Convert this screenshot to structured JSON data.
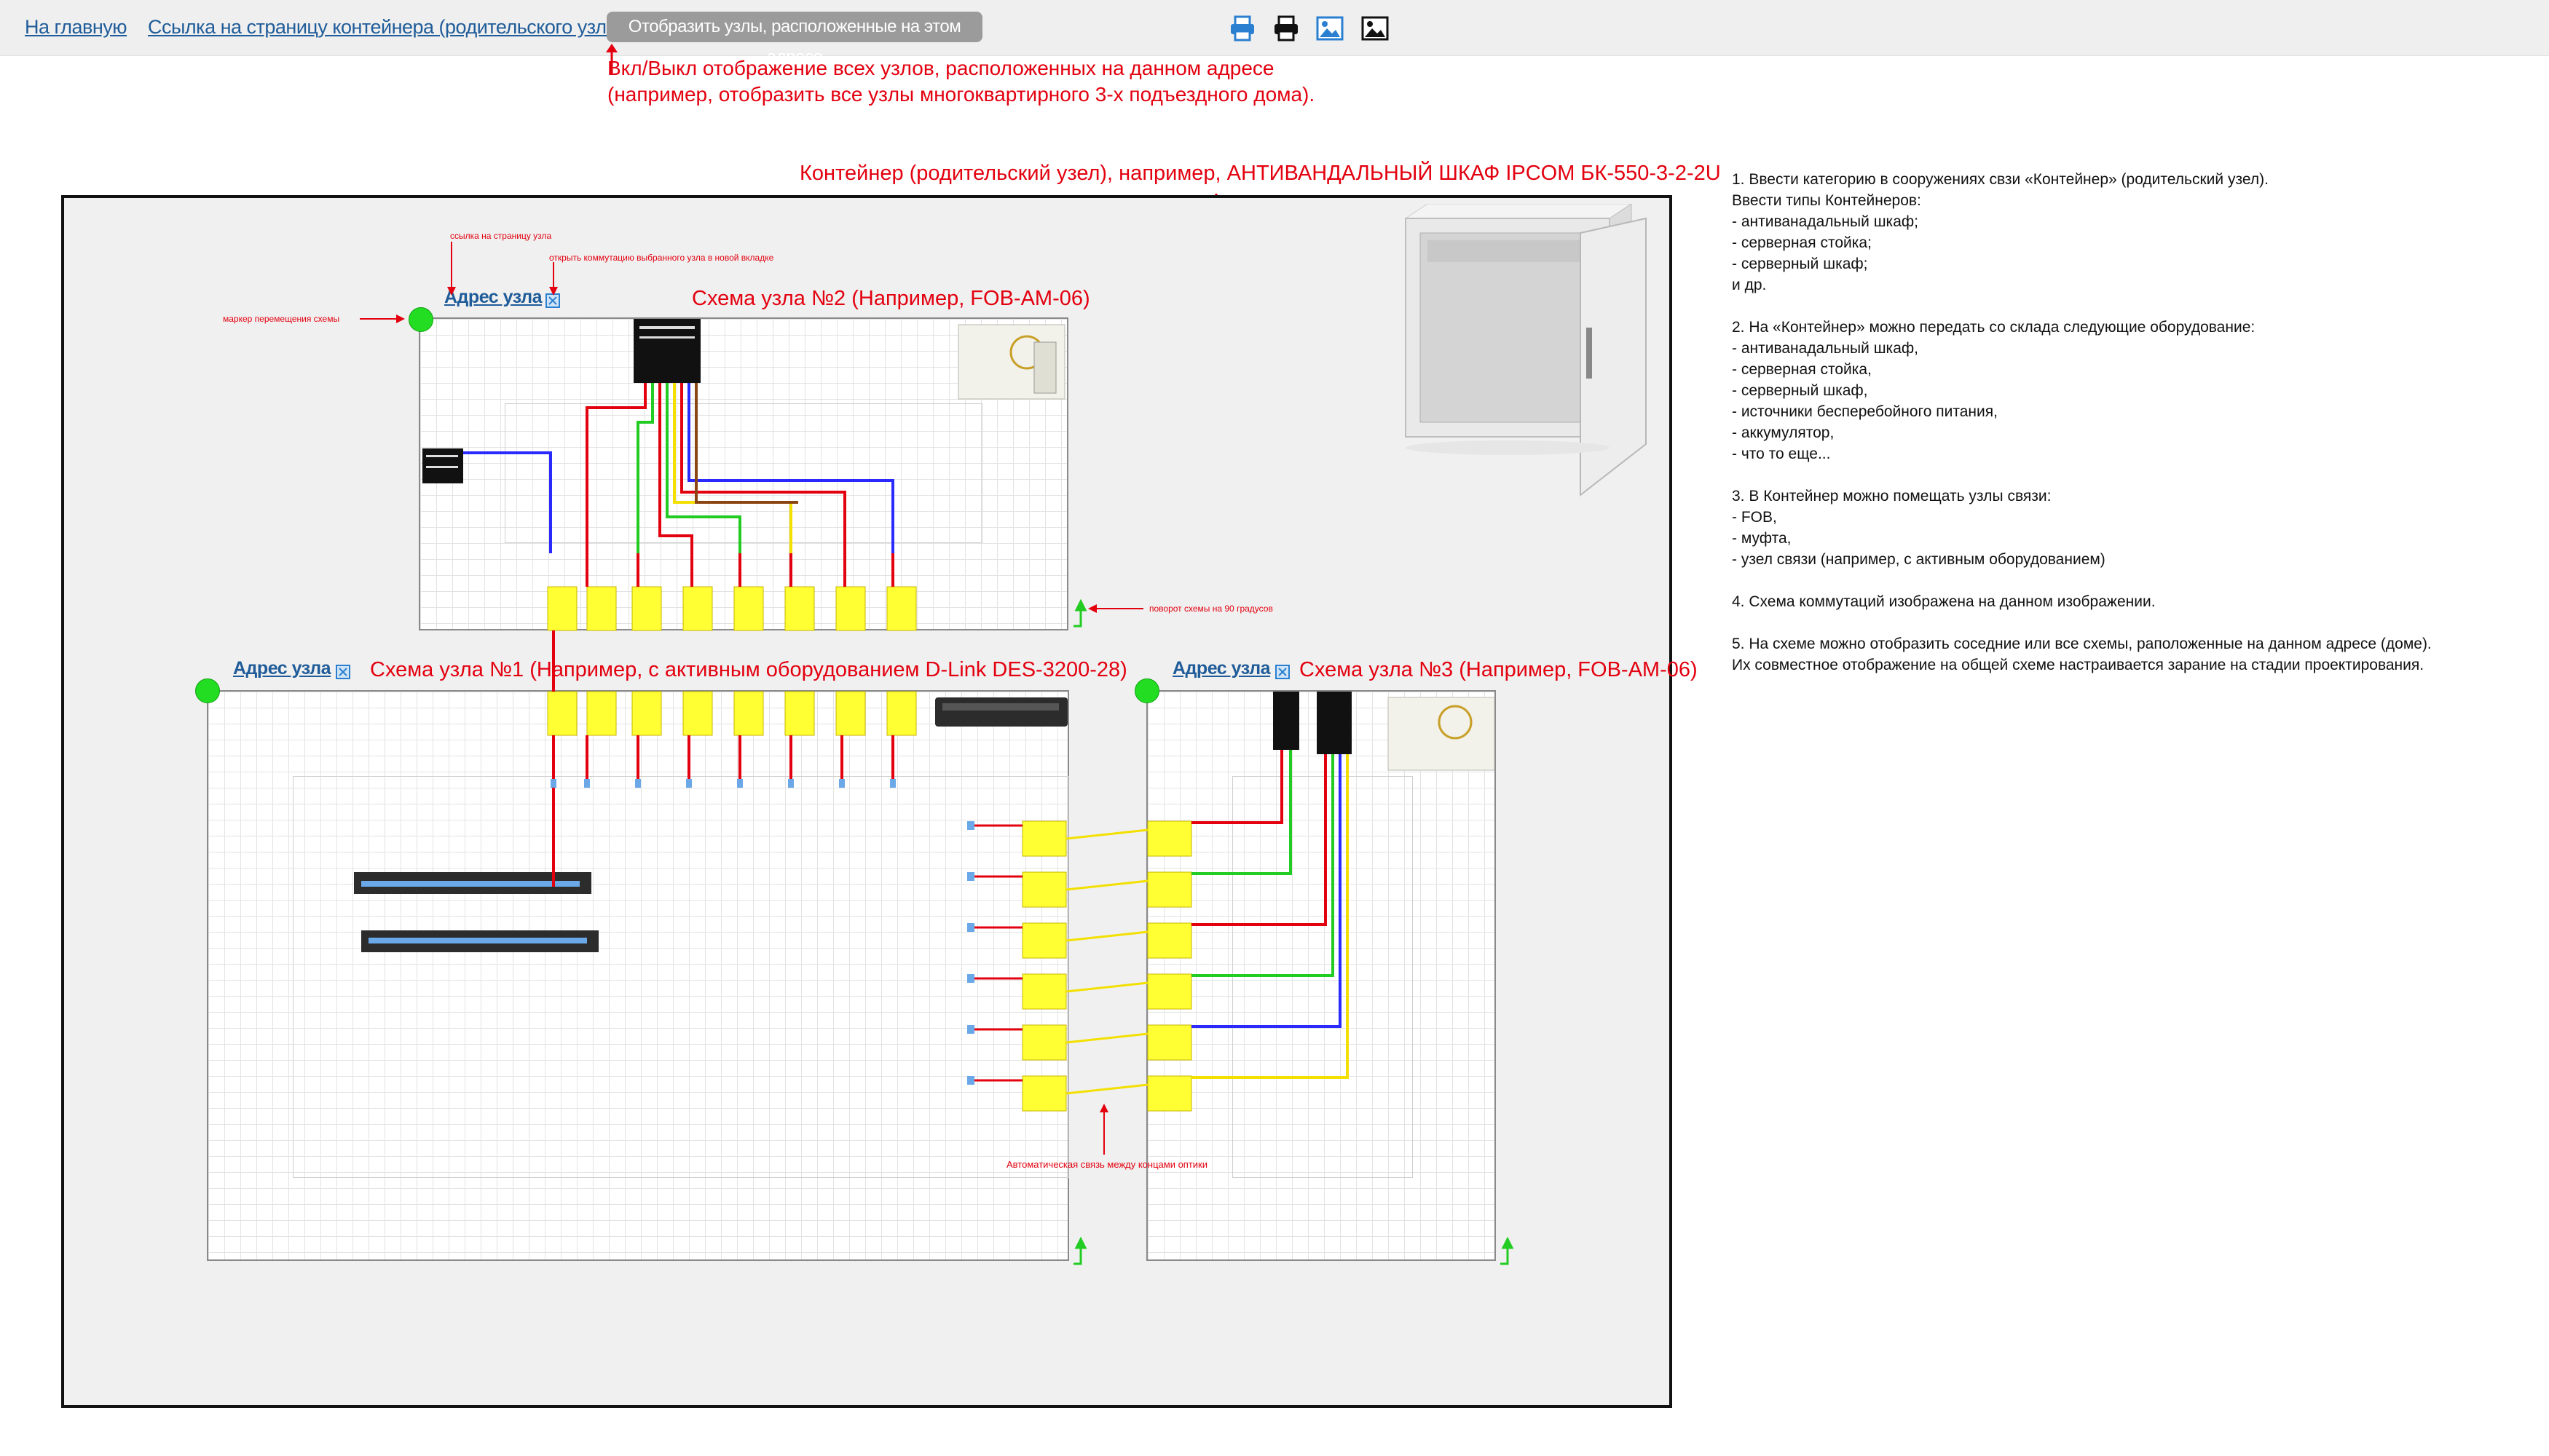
{
  "nav": {
    "home_label": "На главную",
    "parent_label": "Ссылка на страницу контейнера (родительского узла)",
    "toggle_label": "Отобразить узлы, расположенные на этом адресе"
  },
  "toolbar": {
    "icons": [
      "print-preview-icon",
      "print-icon",
      "image-icon",
      "image-dark-icon"
    ]
  },
  "annotations": {
    "toggle_note_line1": "Вкл/Выкл отображение всех узлов, расположенных на данном адресе",
    "toggle_note_line2": "(например, отобразить все узлы многоквартирного 3-х подъездного дома).",
    "container_note": "Контейнер (родительский узел), например, АНТИВАНДАЛЬНЫЙ ШКАФ IPCOM БК-550-3-2-2U",
    "node_link_note": "ссылка на страницу узла",
    "new_tab_note": "открыть коммутацию выбранного узла в новой вкладке",
    "move_marker_note": "маркер перемещения схемы",
    "rotate_note": "поворот схемы на 90 градусов",
    "auto_link_note": "Автоматическая связь между концами оптики"
  },
  "schemes": {
    "node2": {
      "address": "Адрес узла",
      "title": "Схема узла №2 (Например, FOB-AM-06)"
    },
    "node1": {
      "address": "Адрес узла",
      "title": "Схема узла №1 (Например, с активным оборудованием D-Link DES-3200-28)"
    },
    "node3": {
      "address": "Адрес узла",
      "title": "Схема узла №3 (Например, FOB-AM-06)"
    }
  },
  "notes": {
    "p1": "1. Ввести категорию в сооружениях свзи «Контейнер» (родительский узел).\nВвести типы Контейнеров:\n- антиванадальный шкаф;\n- серверная стойка;\n- серверный шкаф;\nи др.",
    "p2": "2.  На «Контейнер» можно передать со склада следующие оборудование:\n- антиванадальный шкаф,\n- серверная стойка,\n- серверный шкаф,\n- источники бесперебойного питания,\n- аккумулятор,\n- что то еще...",
    "p3": "3. В Контейнер можно помещать узлы связи:\n- FOB,\n- муфта,\n- узел связи (например, с активным оборудованием)",
    "p4": "4. Схема коммутаций изображена на данном изображении.",
    "p5": "5. На схеме можно отобразить соседние или все схемы, раположенные на данном адресе (доме).\nИх совместное отображение на общей схеме настраивается зарание на стадии проектирования."
  },
  "colors": {
    "accent_red": "#e3000f",
    "link_blue": "#1f5c99",
    "marker_green": "#22dd22",
    "connector_yellow": "#ffff00"
  }
}
